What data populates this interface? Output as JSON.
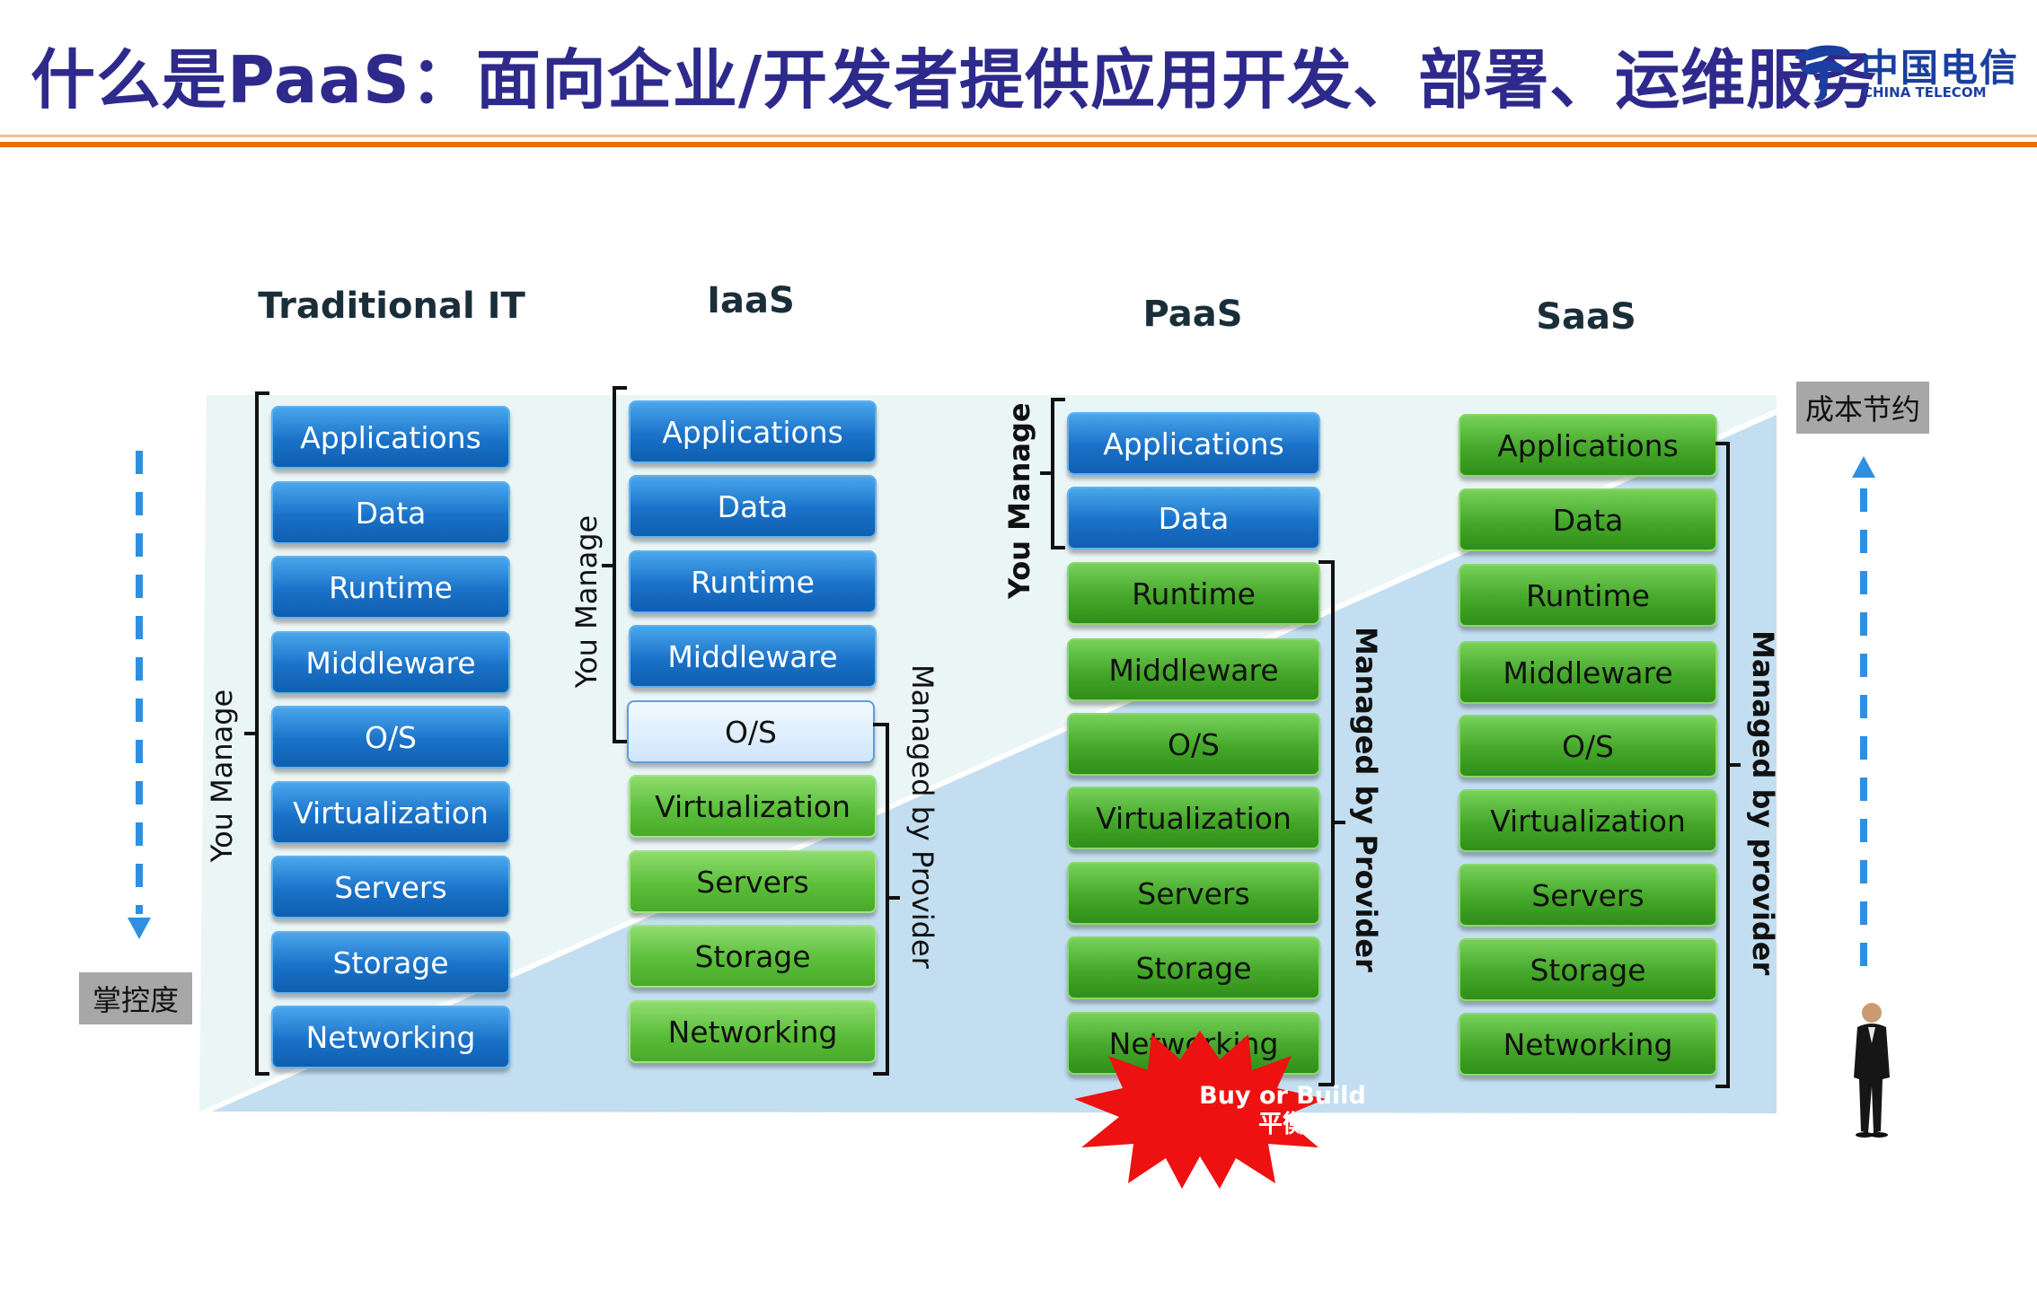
{
  "title": "什么是PaaS：面向企业/开发者提供应用开发、部署、运维服务",
  "logo": {
    "cn": "中国电信",
    "en": "CHINA TELECOM"
  },
  "columns": [
    {
      "heading": "Traditional IT",
      "layers": [
        "Applications",
        "Data",
        "Runtime",
        "Middleware",
        "O/S",
        "Virtualization",
        "Servers",
        "Storage",
        "Networking"
      ],
      "you_manage": "You Manage"
    },
    {
      "heading": "IaaS",
      "layers": [
        "Applications",
        "Data",
        "Runtime",
        "Middleware",
        "O/S",
        "Virtualization",
        "Servers",
        "Storage",
        "Networking"
      ],
      "you_manage": "You Manage",
      "provider": "Managed by Provider"
    },
    {
      "heading": "PaaS",
      "layers": [
        "Applications",
        "Data",
        "Runtime",
        "Middleware",
        "O/S",
        "Virtualization",
        "Servers",
        "Storage",
        "Networking"
      ],
      "you_manage": "You Manage",
      "provider": "Managed by Provider"
    },
    {
      "heading": "SaaS",
      "layers": [
        "Applications",
        "Data",
        "Runtime",
        "Middleware",
        "O/S",
        "Virtualization",
        "Servers",
        "Storage",
        "Networking"
      ],
      "provider": "Managed by provider"
    }
  ],
  "control_label": "掌控度",
  "cost_label": "成本节约",
  "callout": {
    "line1": "Buy or Build",
    "line2": "平衡"
  },
  "colors": {
    "title": "#2e2a8c",
    "managed_by_you": "#1a72c8",
    "managed_by_provider": "#45a82a",
    "accent_arrow": "#2f8fe0",
    "orange_rule": "#e8700a",
    "callout": "#ee1111"
  }
}
